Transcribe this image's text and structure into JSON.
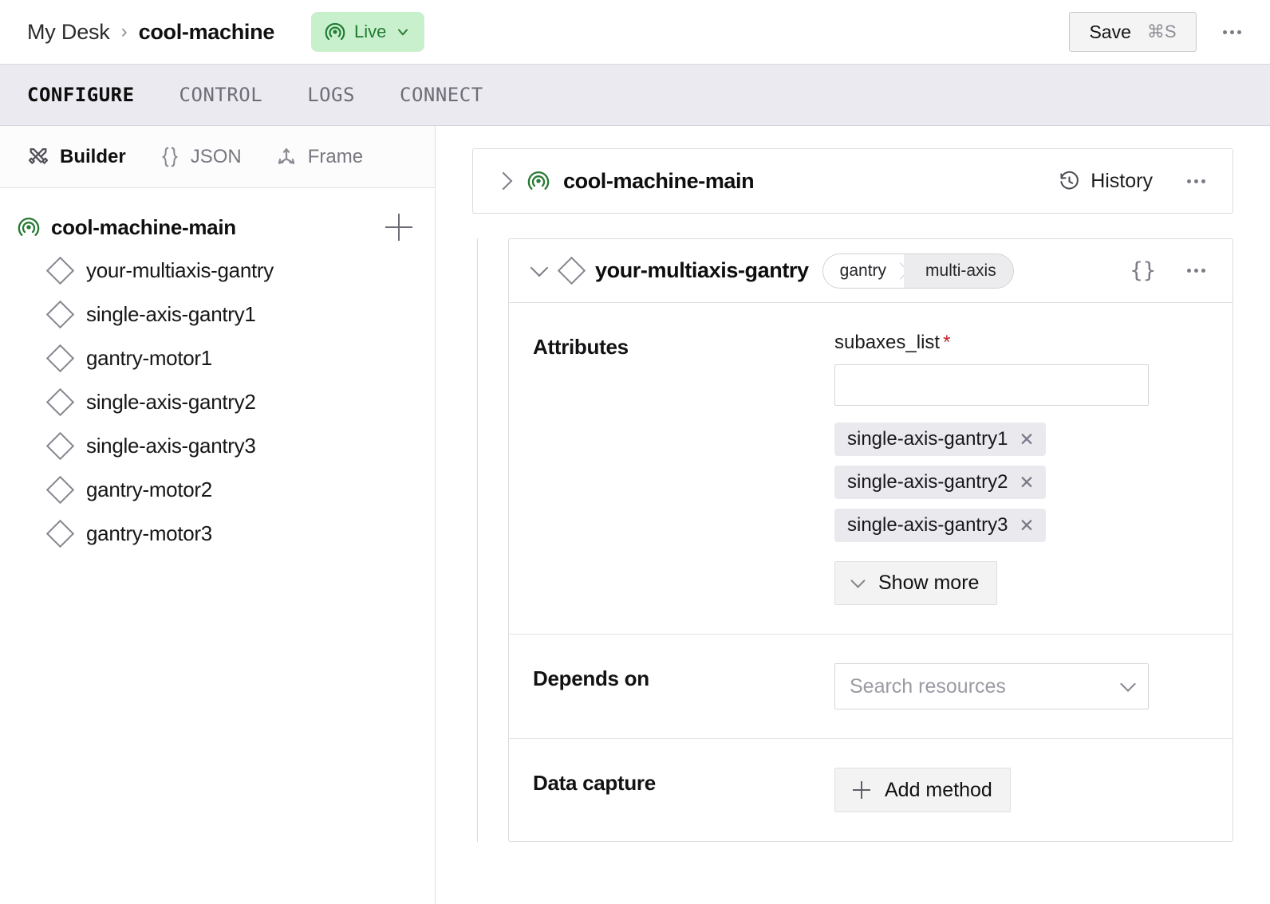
{
  "topbar": {
    "breadcrumb_root": "My Desk",
    "breadcrumb_sep": "›",
    "breadcrumb_current": "cool-machine",
    "status_label": "Live",
    "status_bg": "#c9f0cc",
    "status_fg": "#217a33",
    "status_icon": "broadcast-icon",
    "save_label": "Save",
    "save_shortcut": "⌘S",
    "overflow_icon": "ellipsis-icon"
  },
  "tabs": [
    {
      "label": "CONFIGURE",
      "active": true
    },
    {
      "label": "CONTROL",
      "active": false
    },
    {
      "label": "LOGS",
      "active": false
    },
    {
      "label": "CONNECT",
      "active": false
    }
  ],
  "sidebar": {
    "toolbar": [
      {
        "label": "Builder",
        "icon": "tools-icon",
        "active": true
      },
      {
        "label": "JSON",
        "icon": "braces-icon",
        "active": false
      },
      {
        "label": "Frame",
        "icon": "axes-icon",
        "active": false
      }
    ],
    "root": {
      "label": "cool-machine-main",
      "icon": "broadcast-icon",
      "add_icon": "plus-icon"
    },
    "items": [
      {
        "label": "your-multiaxis-gantry",
        "icon": "diamond-icon"
      },
      {
        "label": "single-axis-gantry1",
        "icon": "diamond-icon"
      },
      {
        "label": "gantry-motor1",
        "icon": "diamond-icon"
      },
      {
        "label": "single-axis-gantry2",
        "icon": "diamond-icon"
      },
      {
        "label": "single-axis-gantry3",
        "icon": "diamond-icon"
      },
      {
        "label": "gantry-motor2",
        "icon": "diamond-icon"
      },
      {
        "label": "gantry-motor3",
        "icon": "diamond-icon"
      }
    ]
  },
  "main": {
    "machine_card": {
      "expand_icon": "chevron-right-icon",
      "icon": "broadcast-icon",
      "title": "cool-machine-main",
      "history_label": "History",
      "history_icon": "history-clock-icon",
      "overflow_icon": "ellipsis-icon"
    },
    "resource_card": {
      "collapse_icon": "chevron-down-icon",
      "icon": "diamond-icon",
      "title": "your-multiaxis-gantry",
      "pill_primary": "gantry",
      "pill_secondary": "multi-axis",
      "json_icon": "braces-icon",
      "overflow_icon": "ellipsis-icon",
      "rows": {
        "attributes": {
          "label": "Attributes",
          "field_label": "subaxes_list",
          "required_marker": "*",
          "input_value": "",
          "chips": [
            {
              "label": "single-axis-gantry1",
              "remove_icon": "close-icon"
            },
            {
              "label": "single-axis-gantry2",
              "remove_icon": "close-icon"
            },
            {
              "label": "single-axis-gantry3",
              "remove_icon": "close-icon"
            }
          ],
          "show_more_label": "Show more",
          "show_more_icon": "chevron-down-icon"
        },
        "depends_on": {
          "label": "Depends on",
          "placeholder": "Search resources",
          "value": "",
          "dropdown_icon": "chevron-down-icon"
        },
        "data_capture": {
          "label": "Data capture",
          "add_label": "Add method",
          "add_icon": "plus-icon"
        }
      }
    }
  }
}
